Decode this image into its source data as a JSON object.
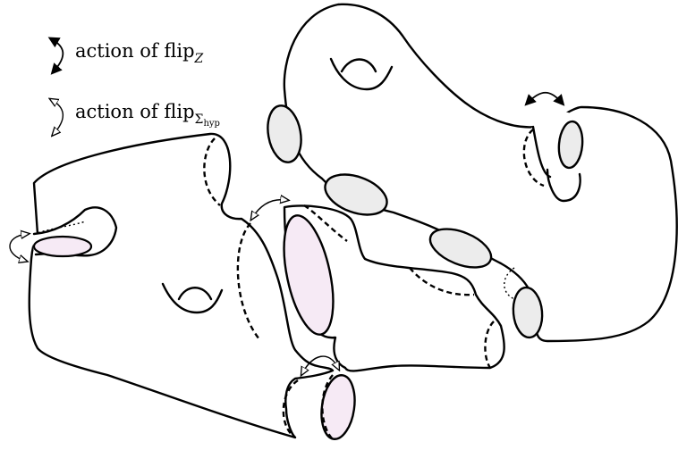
{
  "legend": {
    "items": [
      {
        "prefix": "action of flip",
        "subscript": "Z",
        "subsub": "",
        "arrow_style": "filled"
      },
      {
        "prefix": "action of flip",
        "subscript": "Σ",
        "subsub": "hyp",
        "arrow_style": "hollow"
      }
    ]
  },
  "colors": {
    "pink_surface": "#e8d3e7",
    "pink_cap": "#f6eaf5",
    "grey_cap": "#ececec",
    "dots": "#000000",
    "outline": "#000000"
  },
  "regions": {
    "left_surface": "pink-filled",
    "middle_surface": "pink-filled",
    "right_surface": "dotted"
  }
}
